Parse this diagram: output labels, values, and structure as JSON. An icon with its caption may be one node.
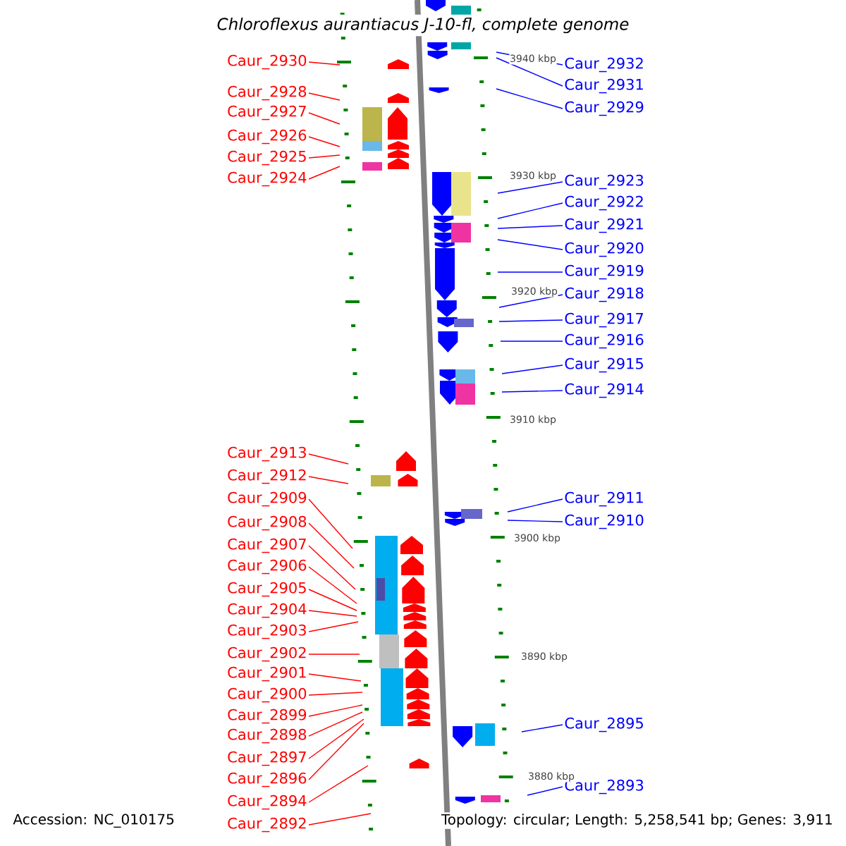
{
  "diagram": {
    "title": "Chloroflexus aurantiacus J-10-fl, complete genome",
    "nodes": [
      {
        "text": [
          "Caur_2930"
        ]
      },
      {
        "text": [
          "Caur_2932"
        ]
      },
      {
        "text": [
          "Caur_2931"
        ]
      },
      {
        "text": [
          "Caur_2928"
        ]
      },
      {
        "text": [
          "Caur_2929"
        ]
      },
      {
        "text": [
          "Caur_2927"
        ]
      },
      {
        "text": [
          "Caur_2926"
        ]
      },
      {
        "text": [
          "Caur_2925"
        ]
      },
      {
        "text": [
          "Caur_2924"
        ]
      },
      {
        "text": [
          "Caur_2923"
        ]
      },
      {
        "text": [
          "Caur_2922"
        ]
      },
      {
        "text": [
          "Caur_2921"
        ]
      },
      {
        "text": [
          "Caur_2920"
        ]
      },
      {
        "text": [
          "Caur_2919"
        ]
      },
      {
        "text": [
          "Caur_2918"
        ]
      },
      {
        "text": [
          "Caur_2917"
        ]
      },
      {
        "text": [
          "Caur_2916"
        ]
      },
      {
        "text": [
          "Caur_2915"
        ]
      },
      {
        "text": [
          "Caur_2914"
        ]
      },
      {
        "text": [
          "Caur_2913"
        ]
      },
      {
        "text": [
          "Caur_2912"
        ]
      },
      {
        "text": [
          "Caur_2909"
        ]
      },
      {
        "text": [
          "Caur_2911"
        ]
      },
      {
        "text": [
          "Caur_2908"
        ]
      },
      {
        "text": [
          "Caur_2910"
        ]
      },
      {
        "text": [
          "Caur_2907"
        ]
      },
      {
        "text": [
          "Caur_2906"
        ]
      },
      {
        "text": [
          "Caur_2905"
        ]
      },
      {
        "text": [
          "Caur_2904"
        ]
      },
      {
        "text": [
          "Caur_2903"
        ]
      },
      {
        "text": [
          "Caur_2902"
        ]
      },
      {
        "text": [
          "Caur_2901"
        ]
      },
      {
        "text": [
          "Caur_2900"
        ]
      },
      {
        "text": [
          "Caur_2899"
        ]
      },
      {
        "text": [
          "Caur_2895"
        ]
      },
      {
        "text": [
          "Caur_2898"
        ]
      },
      {
        "text": [
          "Caur_2897"
        ]
      },
      {
        "text": [
          "Caur_2896"
        ]
      },
      {
        "text": [
          "Caur_2893"
        ]
      },
      {
        "text": [
          "Caur_2894"
        ]
      },
      {
        "text": [
          "Caur_2892"
        ]
      }
    ],
    "edges": [
      {
        "from": 0,
        "to": null,
        "arrow": "none"
      },
      {
        "from": 1,
        "to": null,
        "arrow": "none",
        "color": "#0000ff"
      },
      {
        "from": 2,
        "to": null,
        "arrow": "none",
        "color": "#0000ff"
      },
      {
        "from": 3,
        "to": null,
        "arrow": "none"
      },
      {
        "from": 4,
        "to": null,
        "arrow": "none",
        "color": "#0000ff"
      },
      {
        "from": 5,
        "to": null,
        "arrow": "none"
      },
      {
        "from": 6,
        "to": null,
        "arrow": "none"
      },
      {
        "from": 7,
        "to": null,
        "arrow": "none"
      },
      {
        "from": 8,
        "to": null,
        "arrow": "none"
      },
      {
        "from": 9,
        "to": null,
        "arrow": "none",
        "color": "#0000ff"
      },
      {
        "from": 10,
        "to": null,
        "arrow": "none",
        "color": "#0000ff"
      },
      {
        "from": 11,
        "to": null,
        "arrow": "none",
        "color": "#0000ff"
      },
      {
        "from": 12,
        "to": null,
        "arrow": "none",
        "color": "#0000ff"
      },
      {
        "from": 13,
        "to": null,
        "arrow": "none",
        "color": "#0000ff"
      },
      {
        "from": 14,
        "to": null,
        "arrow": "none",
        "color": "#0000ff"
      },
      {
        "from": 15,
        "to": null,
        "arrow": "none",
        "color": "#0000ff"
      },
      {
        "from": 16,
        "to": null,
        "arrow": "none",
        "color": "#0000ff"
      },
      {
        "from": 17,
        "to": null,
        "arrow": "none",
        "color": "#0000ff"
      },
      {
        "from": 18,
        "to": null,
        "arrow": "none",
        "color": "#0000ff"
      },
      {
        "from": 19,
        "to": null,
        "arrow": "none"
      },
      {
        "from": 20,
        "to": null,
        "arrow": "none"
      },
      {
        "from": 21,
        "to": null,
        "arrow": "none"
      },
      {
        "from": 22,
        "to": null,
        "arrow": "none",
        "color": "#0000ff"
      },
      {
        "from": 23,
        "to": null,
        "arrow": "none"
      },
      {
        "from": 24,
        "to": null,
        "arrow": "none",
        "color": "#0000ff"
      },
      {
        "from": 25,
        "to": null,
        "arrow": "none"
      },
      {
        "from": 26,
        "to": null,
        "arrow": "none"
      },
      {
        "from": 27,
        "to": null,
        "arrow": "none"
      },
      {
        "from": 28,
        "to": null,
        "arrow": "none"
      },
      {
        "from": 29,
        "to": null,
        "arrow": "none"
      },
      {
        "from": 30,
        "to": null,
        "arrow": "none"
      },
      {
        "from": 31,
        "to": null,
        "arrow": "none"
      },
      {
        "from": 32,
        "to": null,
        "arrow": "none"
      },
      {
        "from": 33,
        "to": null,
        "arrow": "none"
      },
      {
        "from": 34,
        "to": null,
        "arrow": "none",
        "color": "#0000ff"
      },
      {
        "from": 35,
        "to": null,
        "arrow": "none"
      },
      {
        "from": 36,
        "to": null,
        "arrow": "none"
      },
      {
        "from": 37,
        "to": null,
        "arrow": "none"
      },
      {
        "from": 38,
        "to": null,
        "arrow": "none",
        "color": "#0000ff"
      },
      {
        "from": 39,
        "to": null,
        "arrow": "none"
      },
      {
        "from": 40,
        "to": null,
        "arrow": "none"
      }
    ],
    "labels": [
      "3940 kbp",
      "3930 kbp",
      "3920 kbp",
      "3910 kbp",
      "3900 kbp",
      "3890 kbp",
      "3880 kbp",
      "Accession: NC_010175",
      "Topology: circular; Length: 5,258,541 bp; Genes: 3,911"
    ]
  }
}
